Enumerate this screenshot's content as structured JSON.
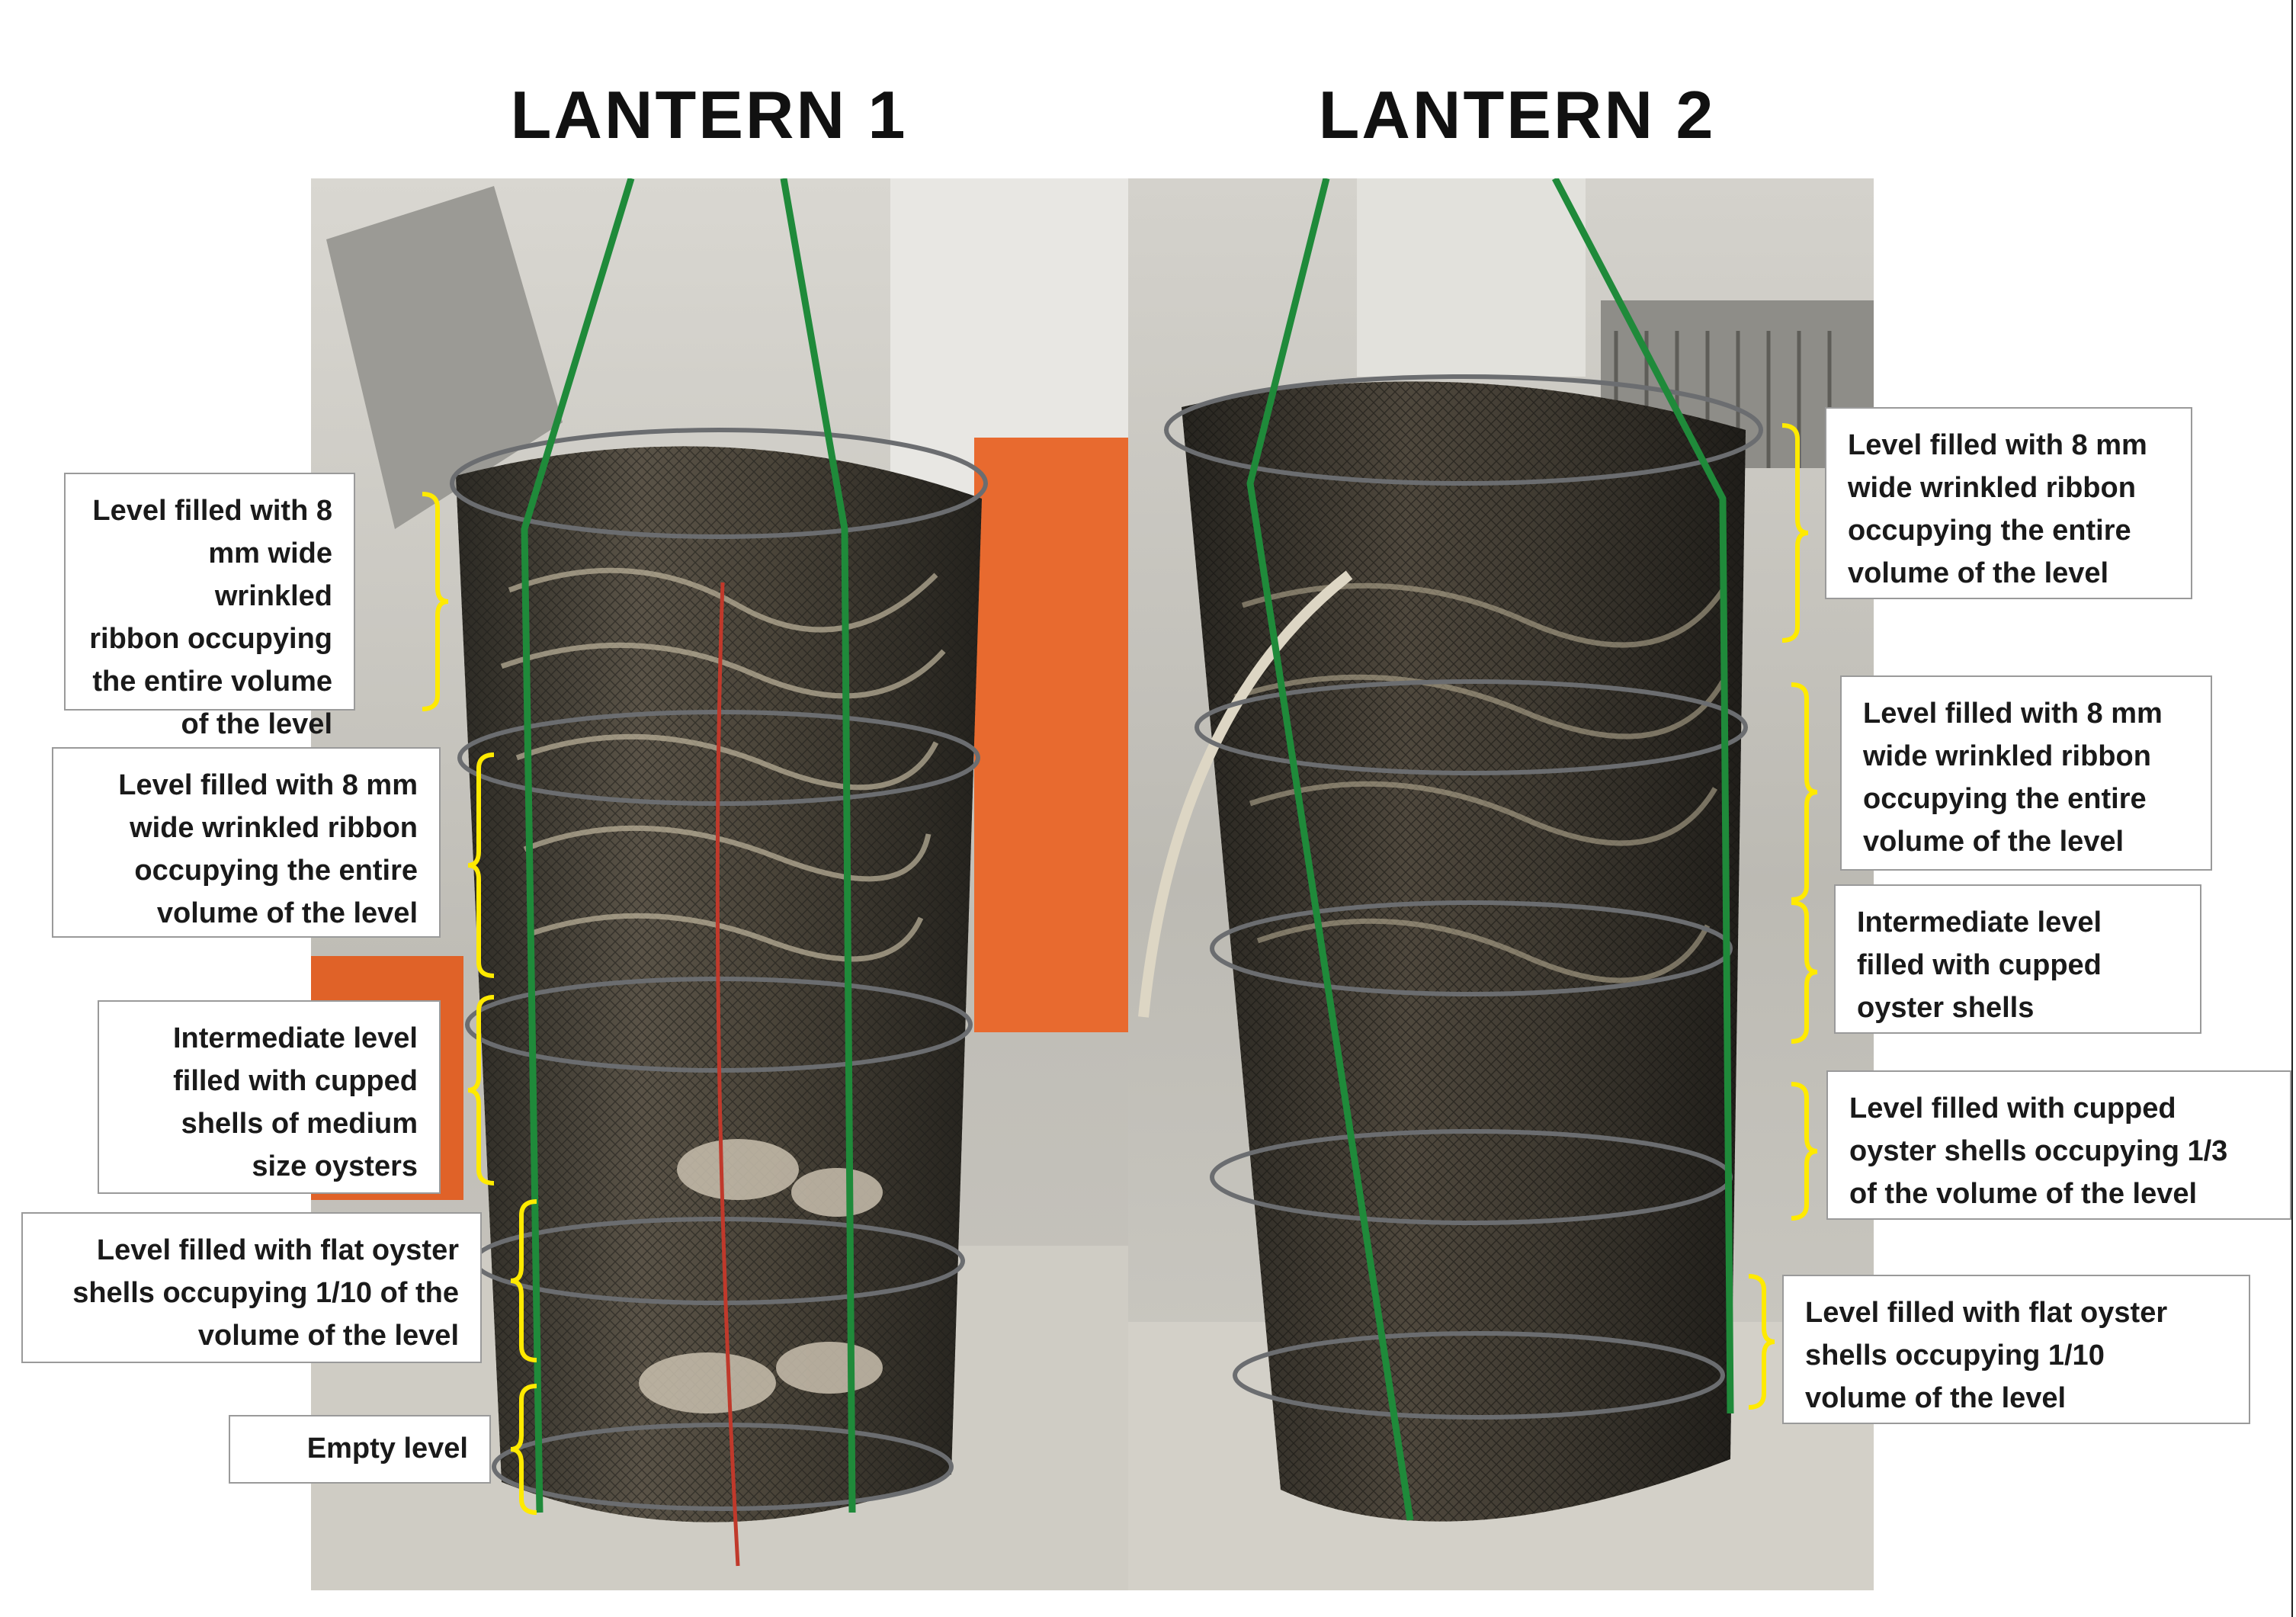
{
  "titles": {
    "lantern1": "LANTERN 1",
    "lantern2": "LANTERN 2"
  },
  "lantern1": {
    "labels": [
      "Level filled with 8\nmm wide wrinkled\nribbon occupying\nthe entire volume\nof the level",
      "Level filled with 8 mm\nwide wrinkled ribbon\noccupying the entire\nvolume of the level",
      "Intermediate level\nfilled with cupped\nshells of medium\nsize oysters",
      "Level filled with flat oyster\nshells occupying 1/10  of the\nvolume of the level",
      "Empty level"
    ]
  },
  "lantern2": {
    "labels": [
      "Level filled with 8 mm\nwide wrinkled ribbon\noccupying the entire\nvolume of the level",
      "Level filled with 8 mm\nwide wrinkled ribbon\noccupying the entire\nvolume of the level",
      "Intermediate level\nfilled with cupped\noyster shells",
      "Level filled with cupped\noyster shells occupying 1/3\nof the volume of the level",
      "Level filled with flat oyster\nshells occupying 1/10\nvolume of the level"
    ]
  },
  "colors": {
    "brace": "#ffea00",
    "net_dark": "#2a2620",
    "rope_green": "#1f8a3a",
    "rope_red": "#c0392b"
  }
}
